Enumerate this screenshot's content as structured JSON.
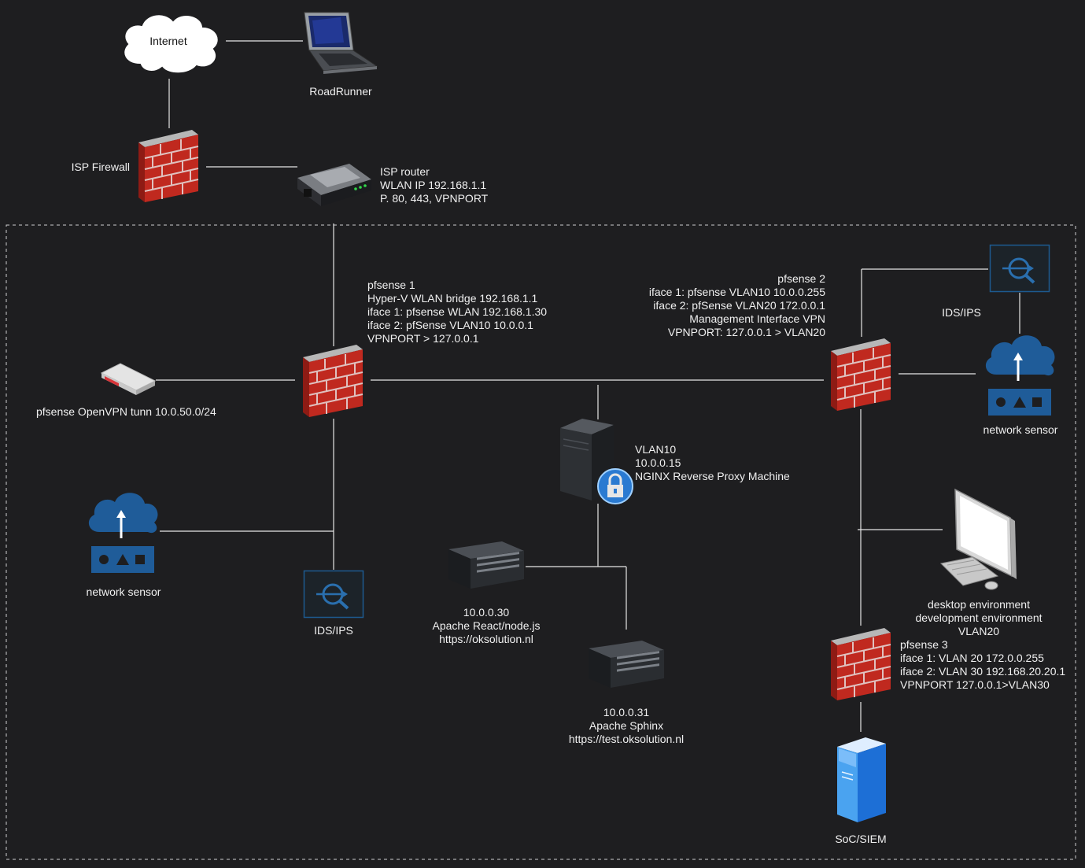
{
  "colors": {
    "background": "#1e1e20",
    "line": "#e6e6e6",
    "boundary": "#cfcfcf",
    "text": "#f0f0f0",
    "brick": "#b3261e",
    "ids_icon": "#1d5a8f",
    "sensor_blue": "#1f5c99"
  },
  "nodes": {
    "internet": {
      "label": "Internet",
      "icon": "cloud-icon"
    },
    "roadrunner": {
      "label": "RoadRunner",
      "icon": "laptop-icon"
    },
    "isp_firewall": {
      "label": "ISP Firewall",
      "icon": "firewall-icon"
    },
    "isp_router": {
      "icon": "router-icon",
      "lines": [
        "ISP router",
        "WLAN IP 192.168.1.1",
        "P. 80, 443, VPNPORT"
      ]
    },
    "pfsense1": {
      "icon": "firewall-icon",
      "lines": [
        "pfsense 1",
        "Hyper-V WLAN bridge 192.168.1.1",
        "iface 1: pfsense WLAN 192.168.1.30",
        "iface 2: pfSense VLAN10 10.0.0.1",
        "VPNPORT > 127.0.0.1"
      ]
    },
    "openvpn": {
      "label": "pfsense OpenVPN tunn 10.0.50.0/24",
      "icon": "vpn-appliance-icon"
    },
    "sensor_left": {
      "label": "network sensor",
      "icon": "network-sensor-icon"
    },
    "ids_left": {
      "label": "IDS/IPS",
      "icon": "ids-ips-icon"
    },
    "nginx": {
      "icon": "proxy-server-icon",
      "lines": [
        "VLAN10",
        "10.0.0.15",
        "NGINX Reverse Proxy Machine"
      ]
    },
    "apache_react": {
      "icon": "rack-server-icon",
      "lines": [
        "10.0.0.30",
        "Apache React/node.js",
        "https://oksolution.nl"
      ]
    },
    "apache_sphinx": {
      "icon": "rack-server-icon",
      "lines": [
        "10.0.0.31",
        "Apache Sphinx",
        "https://test.oksolution.nl"
      ]
    },
    "pfsense2": {
      "icon": "firewall-icon",
      "lines": [
        "pfsense 2",
        "iface 1: pfsense VLAN10 10.0.0.255",
        "iface 2: pfSense VLAN20 172.0.0.1",
        "Management Interface VPN",
        "VPNPORT: 127.0.0.1 > VLAN20"
      ]
    },
    "ids_right": {
      "label": "IDS/IPS",
      "icon": "ids-ips-icon"
    },
    "sensor_right": {
      "label": "network sensor",
      "icon": "network-sensor-icon"
    },
    "desktop": {
      "icon": "desktop-icon",
      "lines": [
        "desktop environment",
        "development environment",
        "VLAN20"
      ]
    },
    "pfsense3": {
      "icon": "firewall-icon",
      "lines": [
        "pfsense 3",
        "iface 1: VLAN 20 172.0.0.255",
        "iface 2: VLAN 30 192.168.20.20.1",
        "VPNPORT 127.0.0.1>VLAN30"
      ]
    },
    "soc": {
      "label": "SoC/SIEM",
      "icon": "siem-server-icon"
    }
  }
}
